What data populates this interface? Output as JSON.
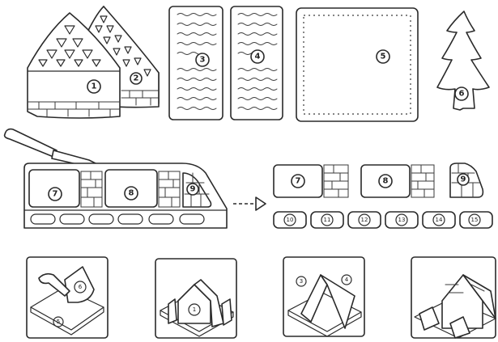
{
  "diagram": {
    "pieces_top": [
      {
        "id": "piece-1",
        "label": "1"
      },
      {
        "id": "piece-2",
        "label": "2"
      },
      {
        "id": "piece-3",
        "label": "3"
      },
      {
        "id": "piece-4",
        "label": "4"
      },
      {
        "id": "piece-5",
        "label": "5"
      },
      {
        "id": "piece-6",
        "label": "6"
      }
    ],
    "cut_sheet": {
      "labels": [
        "7",
        "8",
        "9"
      ]
    },
    "cut_pieces": [
      {
        "label": "7"
      },
      {
        "label": "8"
      },
      {
        "label": "9"
      }
    ],
    "small_pieces": [
      "10",
      "11",
      "12",
      "13",
      "14",
      "15"
    ],
    "assembly_steps": [
      {
        "labels": [
          "5",
          "6"
        ]
      },
      {
        "labels": [
          "1"
        ]
      },
      {
        "labels": [
          "3",
          "4"
        ]
      },
      {
        "labels": []
      }
    ],
    "colors": {
      "ink": "#2a2a2a",
      "paper": "#ffffff"
    }
  }
}
